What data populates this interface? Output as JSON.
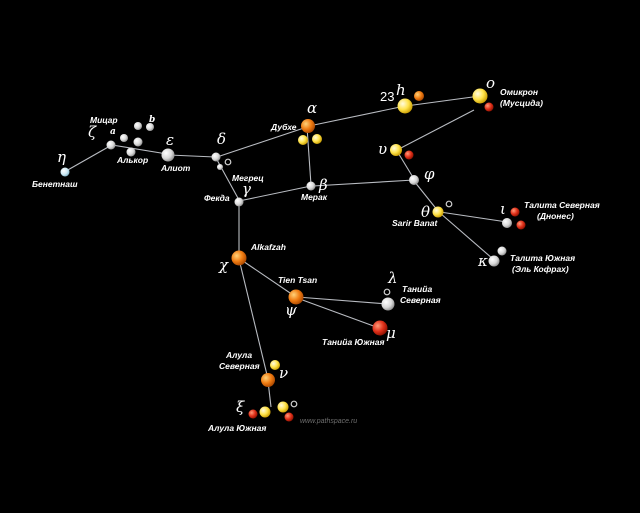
{
  "colors": {
    "background": "#000000",
    "line": "#b9bcc2",
    "text": "#ffffff"
  },
  "labels": {
    "benetnash": "Бенетнаш",
    "mizar": "Мицар",
    "alkor": "Алькор",
    "alioth": "Алиот",
    "megrez": "Мегрец",
    "phecda": "Фекда",
    "merak": "Мерак",
    "dubhe": "Дубхе",
    "omicron_1": "Омикрон",
    "omicron_2": "(Мусцида)",
    "sarir_banat": "Sarir Banat",
    "talitha_n_1": "Талита Северная",
    "talitha_n_2": "(Днонес)",
    "talitha_s_1": "Талита Южная",
    "talitha_s_2": "(Эль Кофрах)",
    "alkafzah": "Alkafzah",
    "tien_tsan": "Tien Tsan",
    "tania_n_1": "Танийа",
    "tania_n_2": "Северная",
    "tania_s": "Танийа Южная",
    "alula_n_1": "Алула",
    "alula_n_2": "Северная",
    "alula_s": "Алула Южная",
    "watermark": "www.pathspace.ru"
  },
  "greek": {
    "eta": "η",
    "zeta": "ζ",
    "epsilon": "ε",
    "delta": "δ",
    "gamma": "γ",
    "beta": "β",
    "alpha": "α",
    "h": "h",
    "omicron": "o",
    "upsilon": "υ",
    "phi": "φ",
    "theta": "θ",
    "iota": "ι",
    "kappa": "κ",
    "chi": "χ",
    "psi": "ψ",
    "lambda": "λ",
    "mu": "μ",
    "nu": "ν",
    "xi": "ξ",
    "a": "a",
    "b": "b"
  },
  "number_23": "23"
}
